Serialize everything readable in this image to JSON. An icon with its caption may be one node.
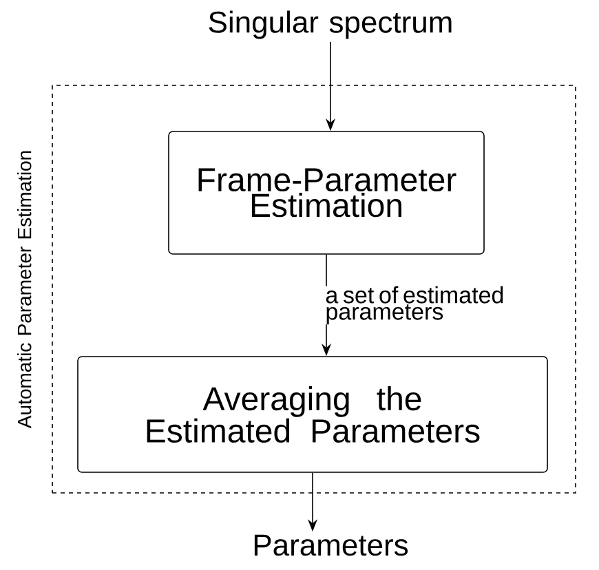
{
  "diagram": {
    "nodes": [
      {
        "text": [
          "Singular spectrum"
        ]
      },
      {
        "text": [
          "Automatic Parameter Estimation"
        ]
      },
      {
        "text": [
          "Frame-Parameter Estimation"
        ],
        "in": 1
      },
      {
        "text": [
          "Averaging the Estimated Parameters"
        ],
        "in": 1
      },
      {
        "text": [
          "Parameters"
        ]
      }
    ],
    "edges": [
      {
        "from": 0,
        "to": 2,
        "arrow": "to"
      },
      {
        "from": 2,
        "to": 3,
        "arrow": "to",
        "label": "a set of estimated parameters"
      },
      {
        "from": 3,
        "to": 4,
        "arrow": "to"
      }
    ]
  }
}
